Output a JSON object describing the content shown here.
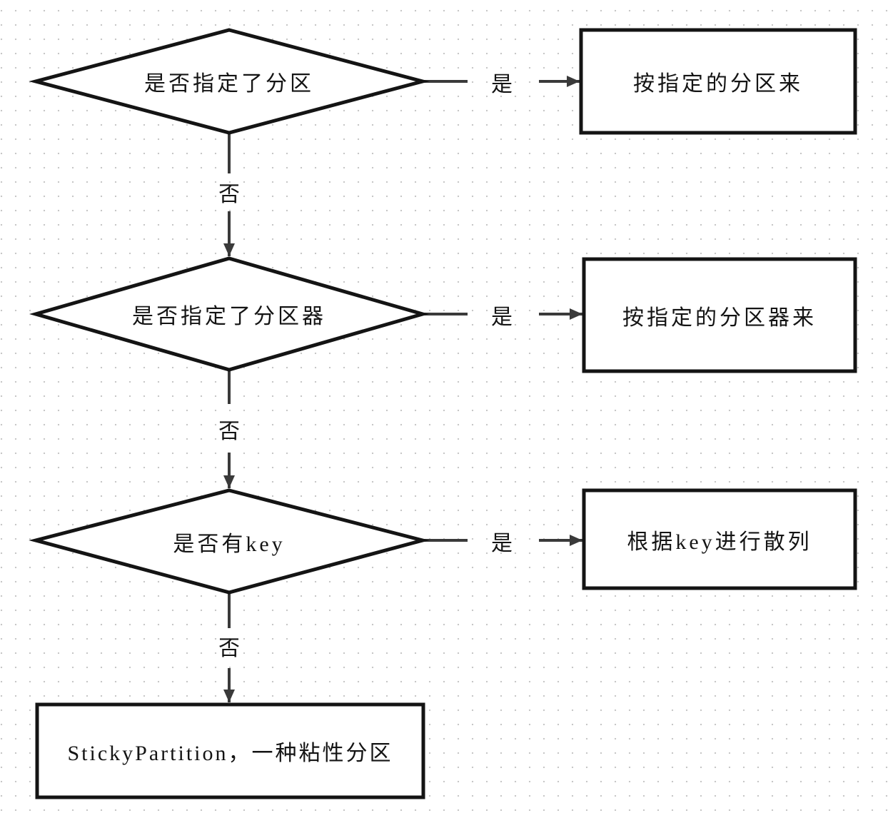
{
  "diagram": {
    "title": "producer partition selection flowchart",
    "nodes": {
      "decision1": {
        "label": "是否指定了分区"
      },
      "decision2": {
        "label": "是否指定了分区器"
      },
      "decision3": {
        "label": "是否有key"
      },
      "result1": {
        "label": "按指定的分区来"
      },
      "result2": {
        "label": "按指定的分区器来"
      },
      "result3": {
        "label": "根据key进行散列"
      },
      "result4": {
        "label": "StickyPartition，一种粘性分区"
      }
    },
    "edges": {
      "yes1": {
        "label": "是"
      },
      "yes2": {
        "label": "是"
      },
      "yes3": {
        "label": "是"
      },
      "no1": {
        "label": "否"
      },
      "no2": {
        "label": "否"
      },
      "no3": {
        "label": "否"
      }
    },
    "colors": {
      "shape_stroke": "#141414",
      "connector_stroke": "#3a3a3a",
      "background": "#ffffff",
      "grid_dot": "#c7c7c7",
      "text": "#141414"
    }
  }
}
